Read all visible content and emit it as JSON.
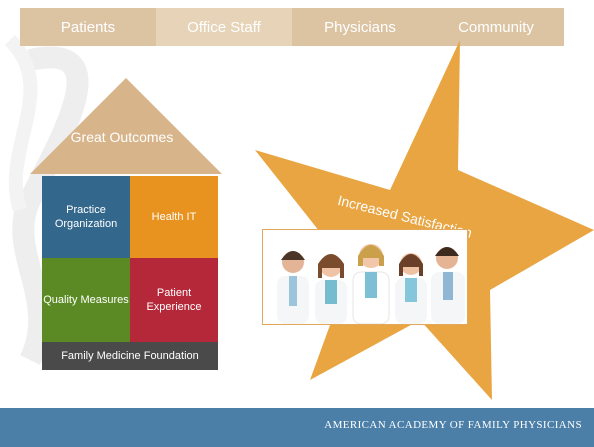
{
  "nav": {
    "tabs": [
      {
        "label": "Patients"
      },
      {
        "label": "Office Staff"
      },
      {
        "label": "Physicians"
      },
      {
        "label": "Community"
      }
    ],
    "active_index": 1
  },
  "house": {
    "roof_label": "Great Outcomes",
    "blocks": {
      "practice_organization": "Practice Organization",
      "health_it": "Health IT",
      "quality_measures": "Quality Measures",
      "patient_experience": "Patient Experience"
    },
    "foundation_label": "Family Medicine Foundation"
  },
  "star": {
    "label": "Increased Satisfaction"
  },
  "footer": {
    "text": "AMERICAN ACADEMY OF FAMILY PHYSICIANS"
  },
  "colors": {
    "nav_bg": "#dcc4a3",
    "roof": "#d8b48a",
    "star": "#e8a542",
    "practice_organization": "#34678c",
    "health_it": "#e8921f",
    "quality_measures": "#5b8a24",
    "patient_experience": "#b4283a",
    "foundation": "#4a4a4a",
    "footer": "#4b7fa8"
  },
  "icons": {
    "photo": "doctors-group-photo"
  }
}
